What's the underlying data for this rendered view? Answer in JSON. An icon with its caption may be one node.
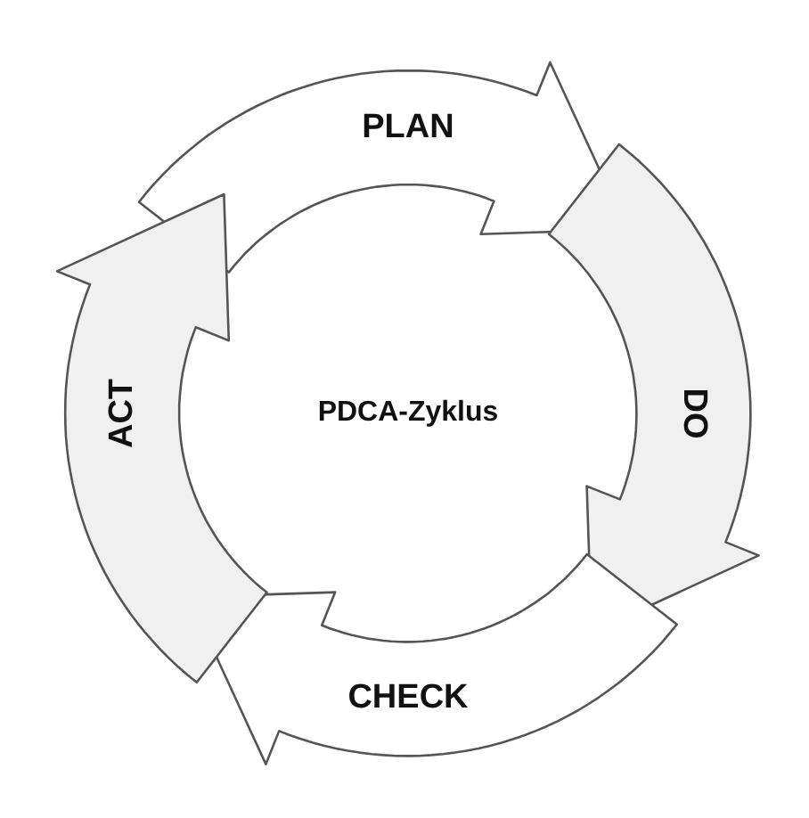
{
  "diagram": {
    "nodes": [
      {
        "text": [
          "PLAN"
        ]
      },
      {
        "text": [
          "DO"
        ]
      },
      {
        "text": [
          "CHECK"
        ]
      },
      {
        "text": [
          "ACT"
        ]
      }
    ],
    "labels": [
      "PDCA-Zyklus"
    ]
  }
}
